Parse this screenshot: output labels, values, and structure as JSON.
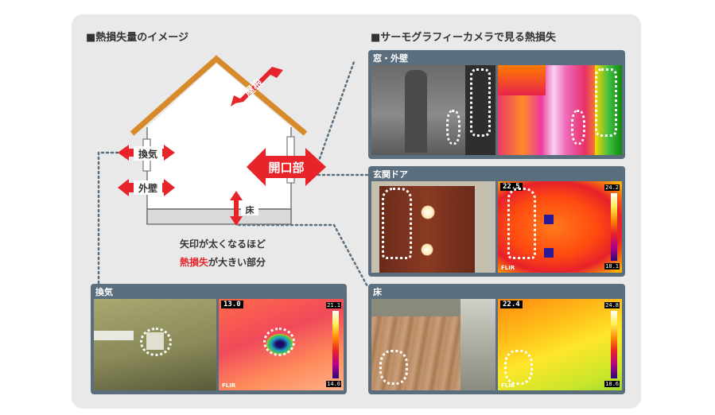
{
  "left_heading": "■熱損失量のイメージ",
  "right_heading": "■サーモグラフィーカメラで見る熱損失",
  "house": {
    "roof_label": "屋根",
    "ventilation_label": "換気",
    "wall_label": "外壁",
    "opening_label": "開口部",
    "floor_label": "床",
    "caption_line1": "矢印が太くなるほど",
    "caption_highlight": "熱損失",
    "caption_line2_rest": "が大きい部分",
    "arrow_color": "#e8242b",
    "roof_color": "#d88a2a"
  },
  "cards": {
    "window": {
      "title": "窓・外壁"
    },
    "door": {
      "title": "玄関ドア",
      "temp": "22.5",
      "scale_high": "24.2",
      "scale_low": "18.1",
      "brand": "FLIR"
    },
    "floor": {
      "title": "床",
      "temp": "22.4",
      "scale_high": "24.8",
      "scale_low": "18.6",
      "brand": "FLIR"
    },
    "vent": {
      "title": "換気",
      "temp": "13.0",
      "scale_high": "21.1",
      "scale_low": "14.0",
      "brand": "FLIR"
    }
  }
}
